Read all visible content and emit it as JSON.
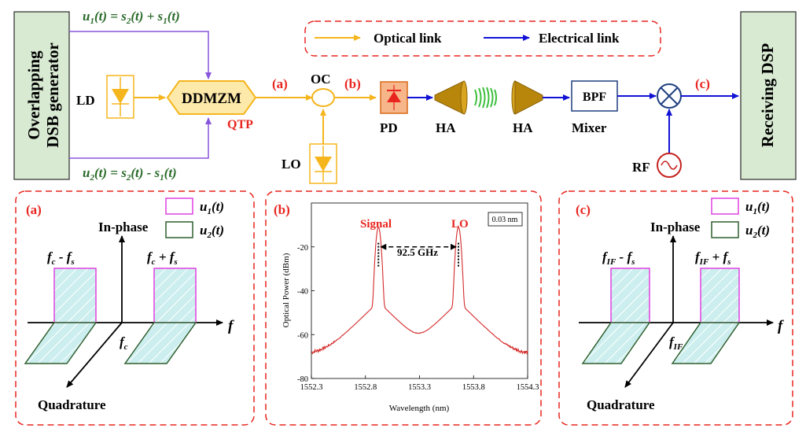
{
  "colors": {
    "optical": "#f5b51d",
    "electrical": "#1212d6",
    "purple_line": "#8855dd",
    "green_box": "#d9ead3",
    "red_label": "#e8251f",
    "green_text": "#2a6a2a",
    "dash_red": "#e8251f",
    "magenta": "#e040e0",
    "dark_green": "#2f5f2f",
    "cyan_fill": "#cdeeee",
    "pd_fill": "#f7b68a",
    "spectrum": "#d42a2a",
    "horn": "#b8860b",
    "wave_green": "#3cbf3c"
  },
  "top": {
    "left_block": {
      "line1": "Overlapping",
      "line2": "DSB generator"
    },
    "right_block": "Receiving DSP",
    "u1_eq": {
      "lhs": "u",
      "lhs_sub": "1",
      "mid": "(t) = s",
      "s2_sub": "2",
      "mid2": "(t) + s",
      "s1_sub": "1",
      "end": "(t)"
    },
    "u2_eq": {
      "lhs": "u",
      "lhs_sub": "2",
      "mid": "(t) = s",
      "s2_sub": "2",
      "mid2": "(t) - s",
      "s1_sub": "1",
      "end": "(t)"
    },
    "legend": {
      "optical": "Optical link",
      "electrical": "Electrical link"
    },
    "ld": "LD",
    "ddmzm": "DDMZM",
    "qtp": "QTP",
    "oc": "OC",
    "lo": "LO",
    "pd": "PD",
    "ha1": "HA",
    "ha2": "HA",
    "bpf": "BPF",
    "mixer": "Mixer",
    "rf": "RF",
    "tag_a": "(a)",
    "tag_b": "(b)",
    "tag_c": "(c)"
  },
  "panel_a": {
    "tag": "(a)",
    "inphase": "In-phase",
    "quadrature": "Quadrature",
    "f_axis": "f",
    "center": "f",
    "center_sub": "c",
    "left_label": {
      "a": "f",
      "a_sub": "c",
      "op": " - ",
      "b": "f",
      "b_sub": "s"
    },
    "right_label": {
      "a": "f",
      "a_sub": "c",
      "op": " + ",
      "b": "f",
      "b_sub": "s"
    },
    "legend_u1": {
      "base": "u",
      "sub": "1",
      "rest": "(t)"
    },
    "legend_u2": {
      "base": "u",
      "sub": "2",
      "rest": "(t)"
    }
  },
  "panel_b": {
    "tag": "(b)",
    "signal_label": "Signal",
    "lo_label": "LO",
    "spacing": "92.5 GHz",
    "resolution": "0.03 nm"
  },
  "panel_c": {
    "tag": "(c)",
    "inphase": "In-phase",
    "quadrature": "Quadrature",
    "f_axis": "f",
    "center": "f",
    "center_sub": "IF",
    "left_label": {
      "a": "f",
      "a_sub": "IF",
      "op": " - ",
      "b": "f",
      "b_sub": "s"
    },
    "right_label": {
      "a": "f",
      "a_sub": "IF",
      "op": " + ",
      "b": "f",
      "b_sub": "s"
    },
    "legend_u1": {
      "base": "u",
      "sub": "1",
      "rest": "(t)"
    },
    "legend_u2": {
      "base": "u",
      "sub": "2",
      "rest": "(t)"
    }
  },
  "chart_data": {
    "type": "line",
    "xlabel": "Wavelength (nm)",
    "ylabel": "Optical Power (dBm)",
    "xlim": [
      1552.3,
      1554.3
    ],
    "ylim": [
      -80,
      0
    ],
    "x_ticks": [
      "1552.3",
      "1552.8",
      "1553.3",
      "1553.8",
      "1554.3"
    ],
    "y_ticks": [
      "-20",
      "-40",
      "-60",
      "-80"
    ],
    "y_tick_values": [
      -20,
      -40,
      -60,
      -80
    ],
    "x_tick_values": [
      1552.3,
      1552.8,
      1553.3,
      1553.8,
      1554.3
    ],
    "peaks": [
      {
        "label": "Signal",
        "x": 1552.92,
        "y": -11
      },
      {
        "label": "LO",
        "x": 1553.66,
        "y": -11
      }
    ],
    "noise_floor": -69
  }
}
